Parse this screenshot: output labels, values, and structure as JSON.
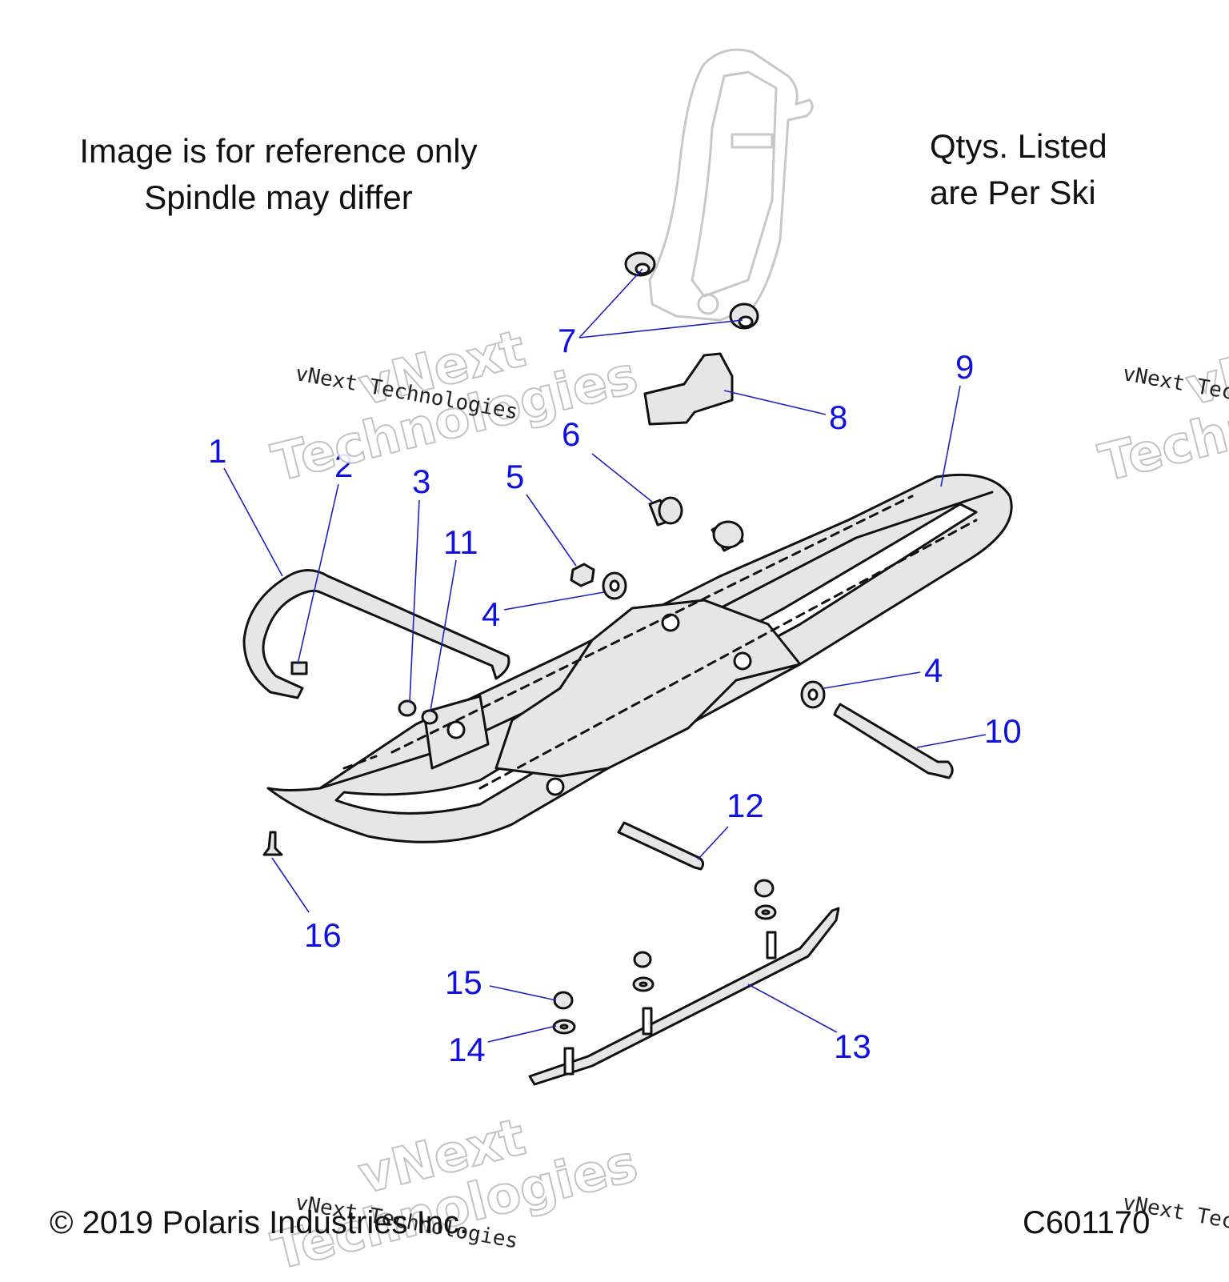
{
  "notes": {
    "reference_line1": "Image is for reference only",
    "reference_line2": "Spindle may differ",
    "qty_line1": "Qtys. Listed",
    "qty_line2": "are Per Ski"
  },
  "footer": {
    "copyright": "© 2019 Polaris Industries Inc.",
    "drawing_id": "C601170"
  },
  "watermark": {
    "small": "vNext Technologies",
    "big_line1": "vNext",
    "big_line2": "Technologies"
  },
  "callouts": [
    "1",
    "2",
    "3",
    "4",
    "5",
    "6",
    "7",
    "8",
    "9",
    "10",
    "11",
    "12",
    "13",
    "14",
    "15",
    "16"
  ],
  "colors": {
    "callout": "#1010e0",
    "leader": "#2020c0",
    "part_fill": "#e6e6e6",
    "outline": "#111111"
  }
}
